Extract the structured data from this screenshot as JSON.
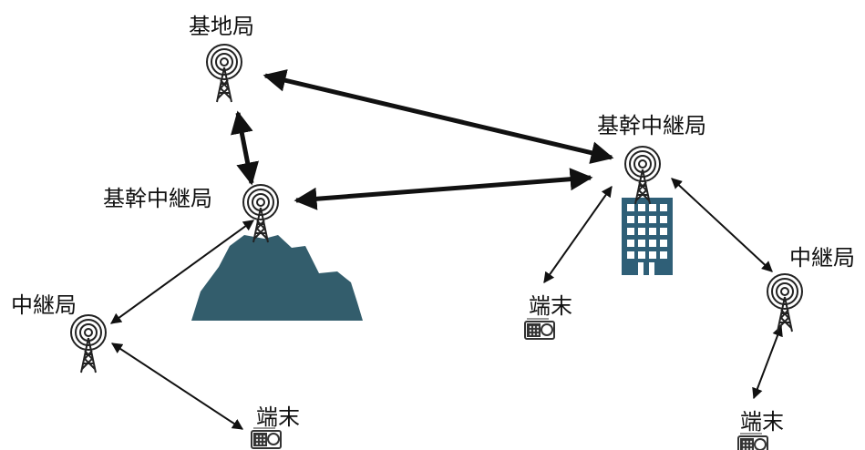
{
  "colors": {
    "mountain": "#335d6c",
    "building": "#2f5f77",
    "line": "#111111",
    "tower": "#222222"
  },
  "labels": {
    "base_station": "基地局",
    "trunk_relay_mountain": "基幹中継局",
    "trunk_relay_building": "基幹中継局",
    "relay_left": "中継局",
    "relay_right": "中継局",
    "terminal_left": "端末",
    "terminal_center": "端末",
    "terminal_right": "端末"
  },
  "icons": {
    "tower": "radio-tower-icon",
    "terminal": "radio-terminal-icon",
    "mountain": "mountain-icon",
    "building": "building-icon"
  }
}
